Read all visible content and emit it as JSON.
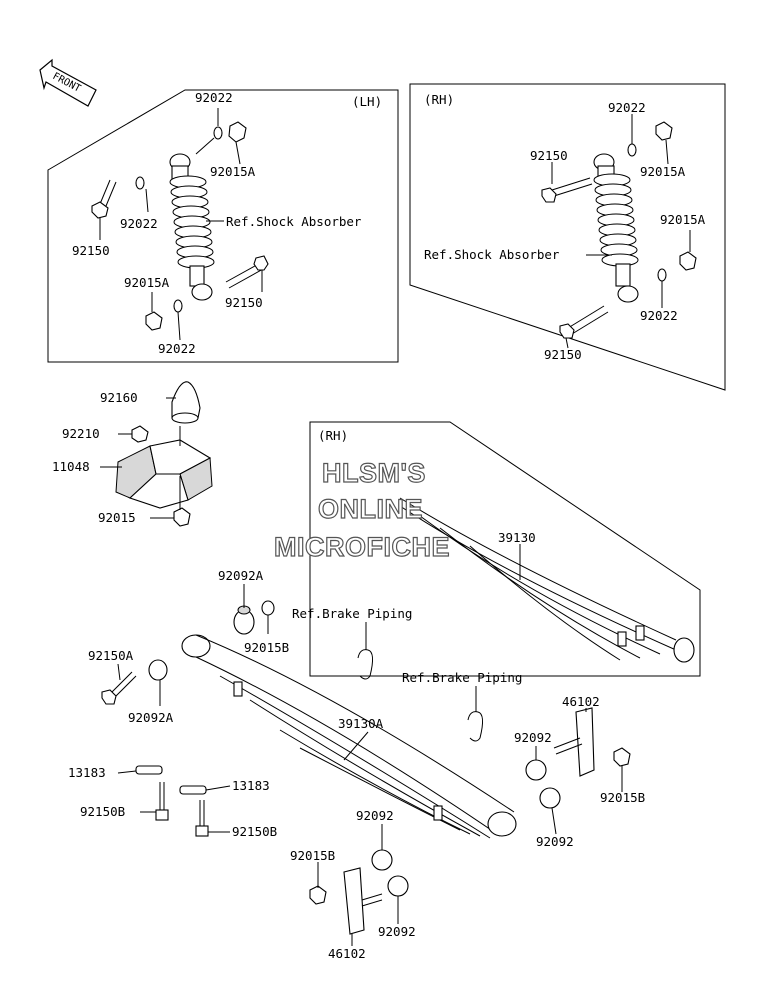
{
  "front_label": "FRONT",
  "lh_panel": {
    "side": "(LH)",
    "labels": {
      "top_washer": "92022",
      "top_nut": "92015A",
      "left_washer": "92022",
      "bolt_top": "92150",
      "shock_ref": "Ref.Shock Absorber",
      "lower_nut": "92015A",
      "bolt_bottom": "92150",
      "bottom_washer": "92022"
    }
  },
  "rh_panel": {
    "side": "(RH)",
    "labels": {
      "top_washer": "92022",
      "bolt_top": "92150",
      "top_nut": "92015A",
      "right_nut": "92015A",
      "shock_ref": "Ref.Shock Absorber",
      "bottom_washer": "92022",
      "bolt_bottom": "92150"
    }
  },
  "stopper": {
    "bump_stop": "92160",
    "nut_small": "92210",
    "bracket": "11048",
    "nut": "92015"
  },
  "rh_leaf_panel": {
    "side": "(RH)",
    "leaf_spring": "39130"
  },
  "watermark": [
    "HLSM'S",
    "ONLINE",
    "MICROFICHE"
  ],
  "lh_leaf": {
    "bushing_top": "92092A",
    "nut_top": "92015B",
    "bolt_front": "92150A",
    "bushing_front": "92092A",
    "brake_ref_1": "Ref.Brake Piping",
    "brake_ref_2": "Ref.Brake Piping",
    "leaf_spring": "39130A",
    "clamp_1": "13183",
    "bolt_1": "92150B",
    "clamp_2": "13183",
    "bolt_2": "92150B",
    "shackle_top": "46102",
    "bushing_r1": "92092",
    "nut_r": "92015B",
    "bushing_r2": "92092",
    "bushing_c1": "92092",
    "nut_c": "92015B",
    "bushing_c2": "92092",
    "shackle_bottom": "46102"
  }
}
